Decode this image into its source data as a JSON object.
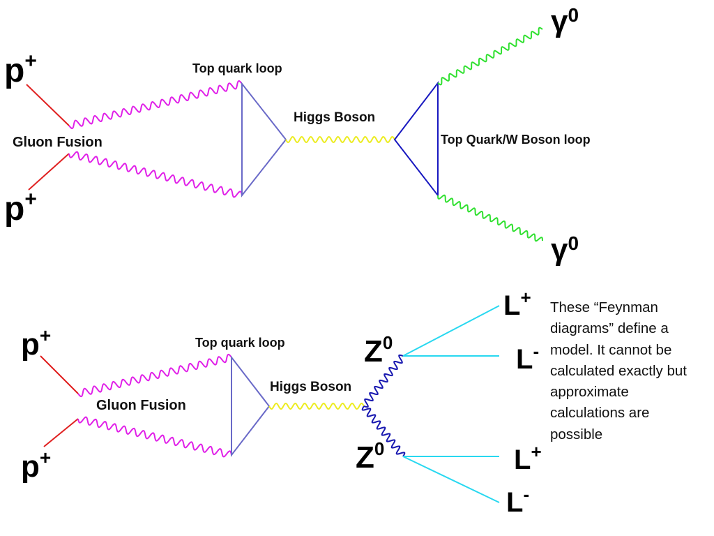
{
  "diagram1": {
    "proton_top": "p",
    "proton_bottom": "p",
    "proton_charge": "+",
    "gluon_label": "Gluon Fusion",
    "loop_label": "Top quark loop",
    "higgs_label": "Higgs Boson",
    "loop2_label": "Top Quark/W Boson loop",
    "photon_top": "γ",
    "photon_bottom": "γ",
    "photon_charge": "0"
  },
  "diagram2": {
    "proton_top": "p",
    "proton_bottom": "p",
    "proton_charge": "+",
    "gluon_label": "Gluon Fusion",
    "loop_label": "Top quark loop",
    "higgs_label": "Higgs Boson",
    "z_top": "Z",
    "z_bottom": "Z",
    "z_charge": "0",
    "lepton_1": "L",
    "lepton_1_charge": "+",
    "lepton_2": "L",
    "lepton_2_charge": "-",
    "lepton_3": "L",
    "lepton_3_charge": "+",
    "lepton_4": "L",
    "lepton_4_charge": "-"
  },
  "caption": "These “Feynman diagrams” define a model. It cannot be calculated exactly but approximate calculations are possible",
  "colors": {
    "proton": "#e02020",
    "gluon": "#e020e8",
    "loop": "#6a6ac8",
    "higgs": "#ecec20",
    "w_loop": "#1818c0",
    "photon": "#30e030",
    "z_boson": "#1818b0",
    "lepton": "#28d8f0"
  }
}
